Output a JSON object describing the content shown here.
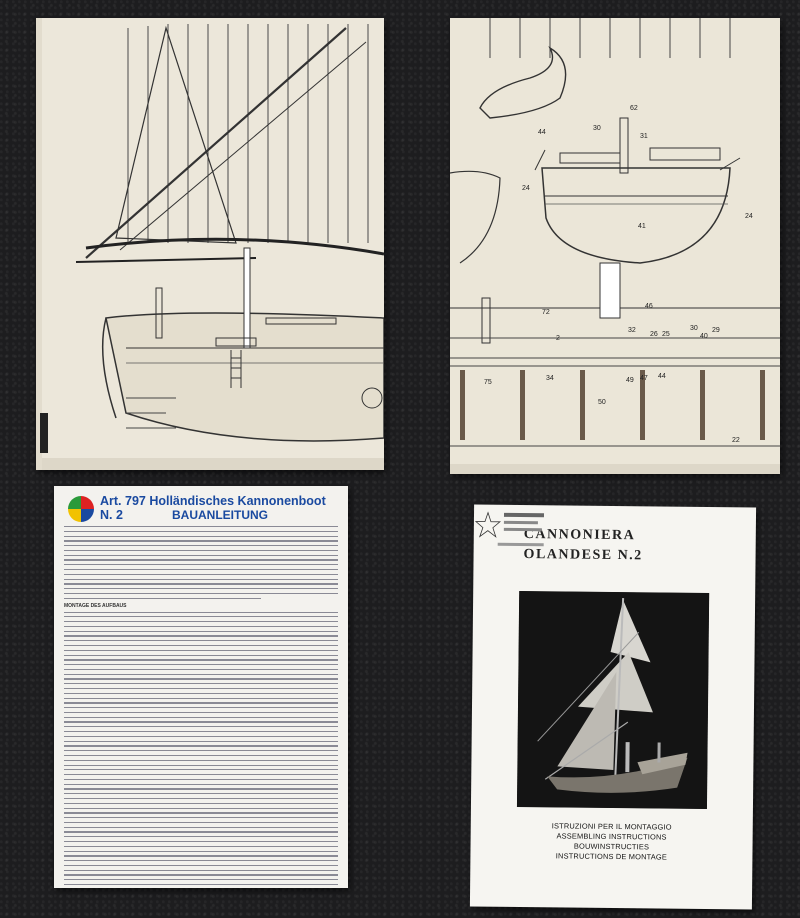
{
  "leaflet": {
    "title": "Art. 797 Holländisches Kannonenboot N. 2",
    "subtitle": "BAUANLEITUNG",
    "section_heading": "MONTAGE DES AUFBAUS"
  },
  "manual": {
    "title_line1": "CANNONIERA",
    "title_line2": "OLANDESE N.2",
    "instructions": [
      "ISTRUZIONI PER IL MONTAGGIO",
      "ASSEMBLING INSTRUCTIONS",
      "BOUWINSTRUCTIES",
      "INSTRUCTIONS DE MONTAGE"
    ]
  },
  "plan_right": {
    "part_numbers": [
      "62",
      "30",
      "31",
      "44",
      "24",
      "41",
      "24",
      "72",
      "2",
      "46",
      "32",
      "26",
      "25",
      "30",
      "40",
      "29",
      "75",
      "34",
      "50",
      "49",
      "47",
      "44",
      "22"
    ]
  },
  "colors": {
    "background": "#1d1d1f",
    "plan_paper": "#ece7da",
    "leaflet_title": "#1a4aa0",
    "drawing_lines": "#3a3a3a"
  }
}
